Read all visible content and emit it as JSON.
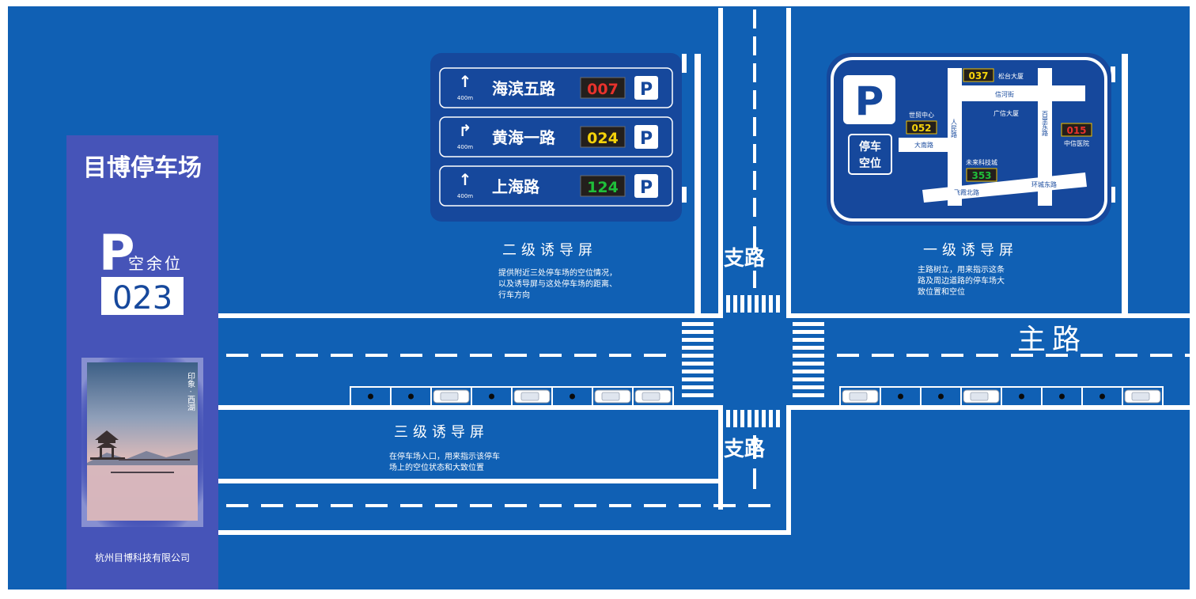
{
  "roads": {
    "branch_top": "支路",
    "branch_bottom": "支路",
    "main": "主路"
  },
  "totem": {
    "title": "目博停车场",
    "p_letter": "P",
    "vacancy_label": "空余位",
    "vacancy_count": "023",
    "photo_caption": "印象 · 西湖",
    "company": "杭州目博科技有限公司"
  },
  "level2": {
    "rows": [
      {
        "arrow": "↑",
        "distance": "400m",
        "name": "海滨五路",
        "count": "007",
        "count_color": "#e8322c",
        "p": "P"
      },
      {
        "arrow": "↱",
        "distance": "400m",
        "name": "黄海一路",
        "count": "024",
        "count_color": "#f5d20a",
        "p": "P"
      },
      {
        "arrow": "↑",
        "distance": "400m",
        "name": "上海路",
        "count": "124",
        "count_color": "#1fbf3a",
        "p": "P"
      }
    ],
    "heading": "二级诱导屏",
    "description": [
      "提供附近三处停车场的空位情况，",
      "以及诱导屏与这处停车场的距离、",
      "行车方向"
    ]
  },
  "level1": {
    "p_letter": "P",
    "parking_label_1": "停车",
    "parking_label_2": "空位",
    "map": {
      "count_top": "037",
      "count_top_color": "#f5d20a",
      "label_top": "松台大厦",
      "count_left": "052",
      "count_left_color": "#f5d20a",
      "label_left": "世贸中心",
      "count_right": "015",
      "count_right_color": "#e8322c",
      "label_right": "中信医院",
      "count_bottom": "353",
      "count_bottom_color": "#1fbf3a",
      "label_bottom": "未来科技城",
      "road_xinhe": "信河街",
      "road_renmin": "人民路",
      "road_dananmen": "大南路",
      "road_guangxin": "广信大厦",
      "road_baili": "百里东路",
      "road_feixia": "飞霞北路",
      "road_huancheng": "环城东路"
    },
    "heading": "一级诱导屏",
    "description": [
      "主路树立，用来指示这条",
      "路及周边道路的停车场大",
      "致位置和空位"
    ]
  },
  "level3": {
    "heading": "三级诱导屏",
    "description": [
      "在停车场入口，用来指示该停车",
      "场上的空位状态和大致位置"
    ]
  },
  "colors": {
    "road_blue": "#1060b4",
    "panel_blue": "#1a4aa6",
    "totem_purple": "#4654b8",
    "line_white": "#ffffff",
    "led_bg": "#231f1c"
  }
}
